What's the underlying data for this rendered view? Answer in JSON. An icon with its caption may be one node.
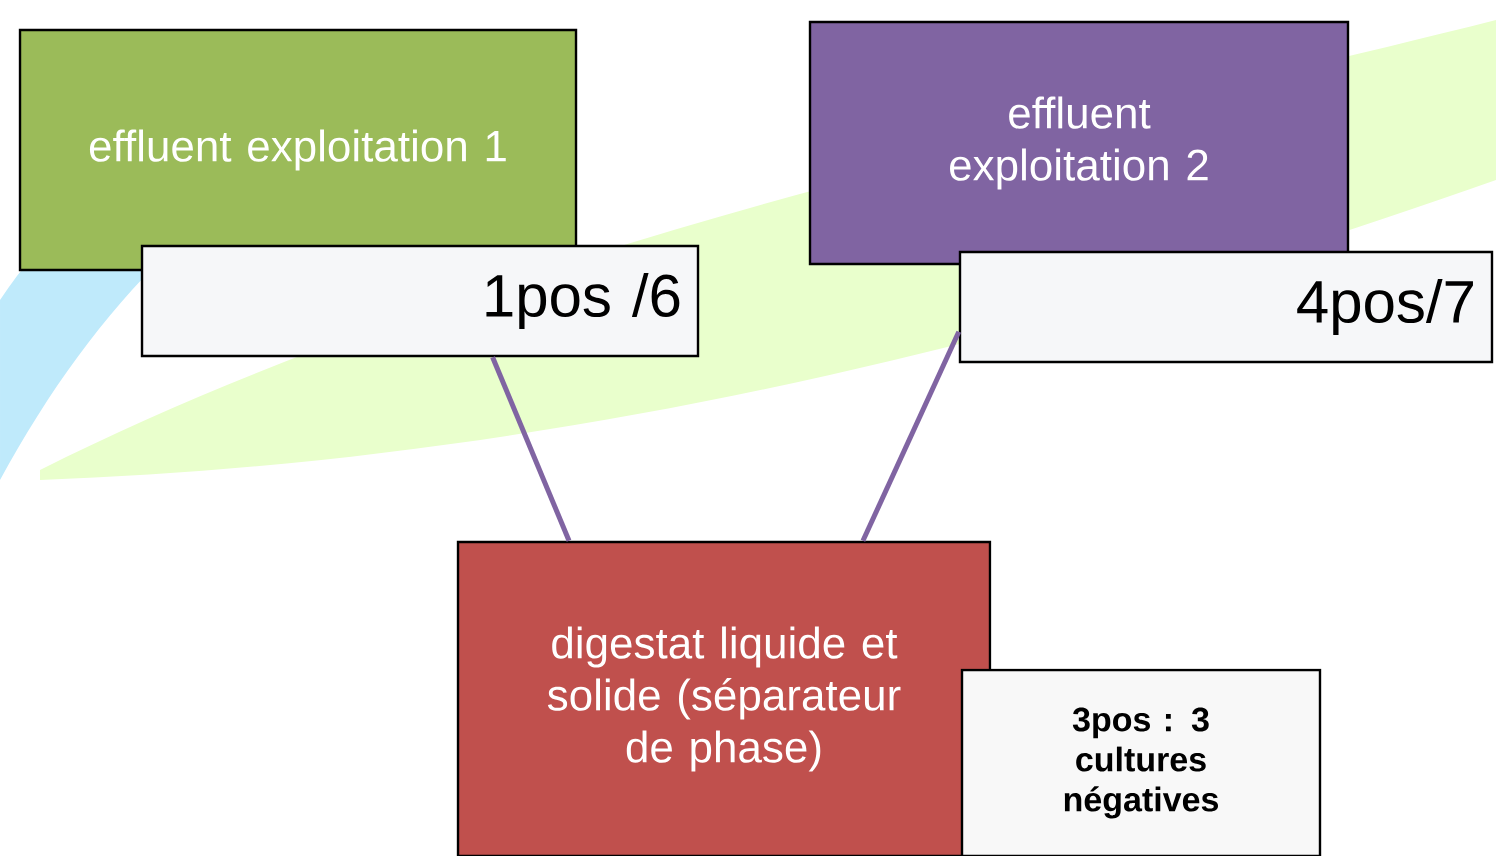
{
  "diagram": {
    "nodes": [
      {
        "text": [
          "effluent exploitation 1"
        ]
      },
      {
        "text": [
          "1pos /6"
        ]
      },
      {
        "text": [
          "effluent exploitation 2"
        ]
      },
      {
        "text": [
          "4pos/7"
        ]
      },
      {
        "text": [
          "digestat liquide et solide (séparateur de phase)"
        ]
      },
      {
        "text": [
          "3pos : 3 cultures négatives"
        ]
      }
    ],
    "edges": [
      {
        "from": 1,
        "to": 4,
        "arrow": "none"
      },
      {
        "from": 3,
        "to": 4,
        "arrow": "none"
      }
    ]
  }
}
